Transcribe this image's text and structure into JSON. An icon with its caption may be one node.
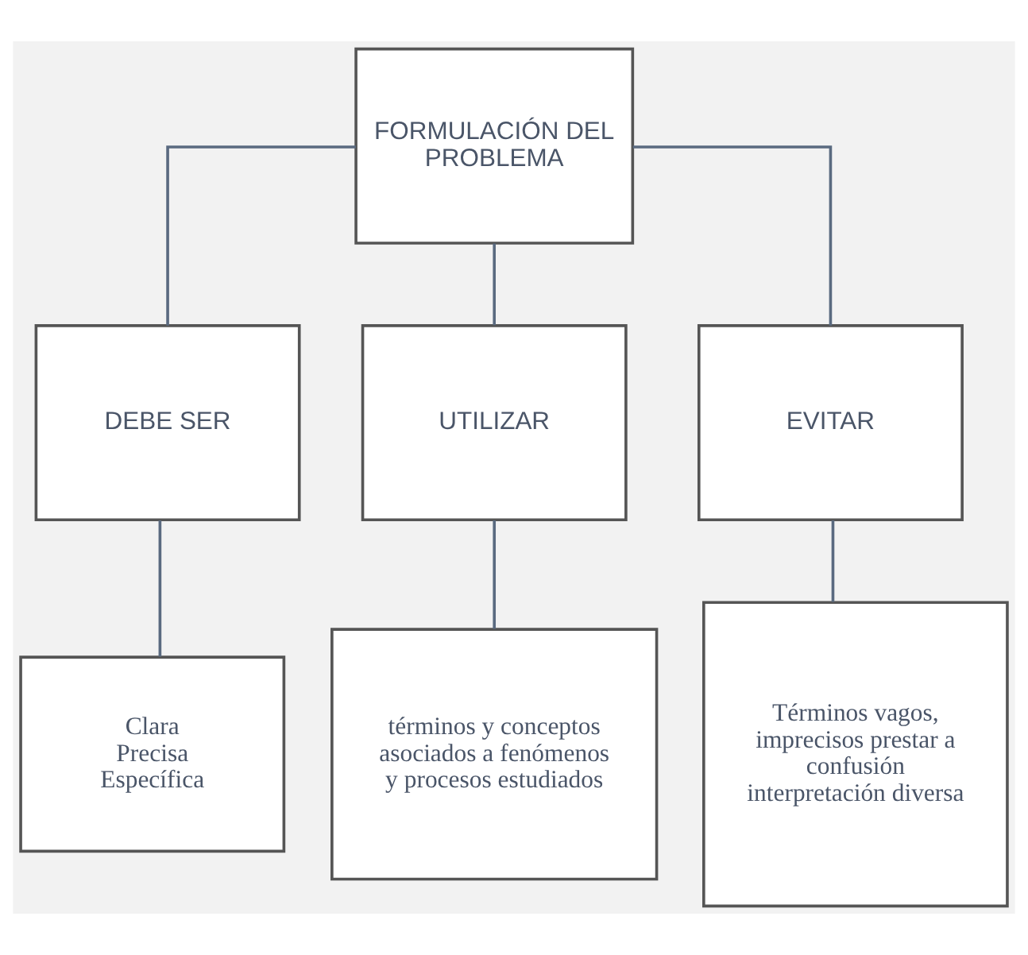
{
  "diagram": {
    "nodes": [
      {
        "text": [
          "FORMULACIÓN DEL PROBLEMA"
        ]
      },
      {
        "text": [
          "DEBE SER"
        ]
      },
      {
        "text": [
          "UTILIZAR"
        ]
      },
      {
        "text": [
          "EVITAR"
        ]
      },
      {
        "text": [
          "Clara",
          "Precisa",
          "Específica"
        ]
      },
      {
        "text": [
          "términos y conceptos asociados a fenómenos y procesos estudiados"
        ]
      },
      {
        "text": [
          "Términos vagos, imprecisos prestar a confusión interpretación diversa"
        ]
      }
    ],
    "edges": [
      {
        "from": 0,
        "to": 1,
        "arrow": "none"
      },
      {
        "from": 0,
        "to": 2,
        "arrow": "none"
      },
      {
        "from": 0,
        "to": 3,
        "arrow": "none"
      },
      {
        "from": 1,
        "to": 4,
        "arrow": "none"
      },
      {
        "from": 2,
        "to": 5,
        "arrow": "none"
      },
      {
        "from": 3,
        "to": 6,
        "arrow": "none"
      }
    ]
  }
}
